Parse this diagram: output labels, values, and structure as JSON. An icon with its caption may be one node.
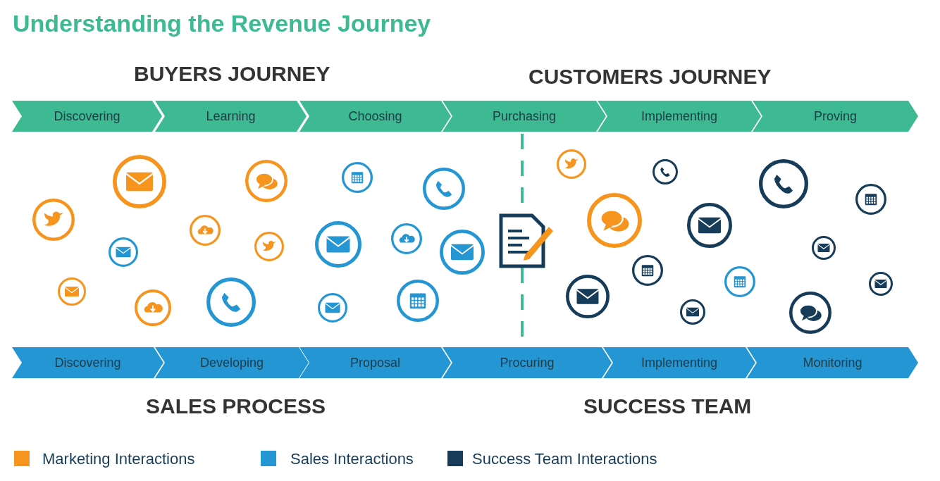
{
  "diagram": {
    "title": "Understanding the Revenue Journey",
    "nodes": [
      {
        "text": [
          "Discovering"
        ]
      },
      {
        "text": [
          "Learning"
        ]
      },
      {
        "text": [
          "Choosing"
        ]
      },
      {
        "text": [
          "Purchasing"
        ]
      },
      {
        "text": [
          "Implementing"
        ]
      },
      {
        "text": [
          "Proving"
        ]
      },
      {
        "text": [
          "Discovering"
        ]
      },
      {
        "text": [
          "Developing"
        ]
      },
      {
        "text": [
          "Proposal"
        ]
      },
      {
        "text": [
          "Procuring"
        ]
      },
      {
        "text": [
          "Implementing"
        ]
      },
      {
        "text": [
          "Monitoring"
        ]
      }
    ],
    "edges": [],
    "labels": [
      "BUYERS JOURNEY",
      "CUSTOMERS JOURNEY",
      "SALES PROCESS",
      "SUCCESS TEAM"
    ],
    "legend": [
      {
        "text": "Marketing Interactions",
        "color": "#f7941d"
      },
      {
        "text": "Sales Interactions",
        "color": "#2596d4"
      },
      {
        "text": "Success Team Interactions",
        "color": "#173c5a"
      }
    ]
  }
}
